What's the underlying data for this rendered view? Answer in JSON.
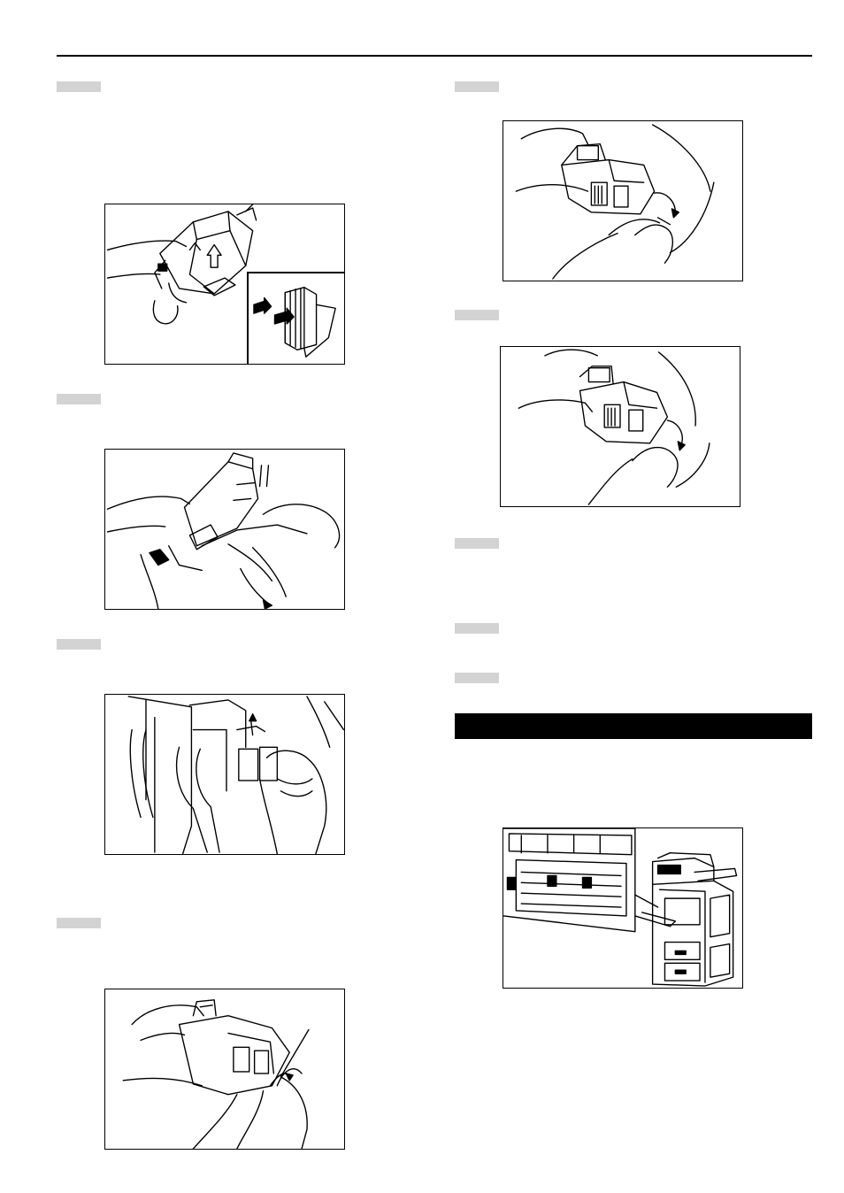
{
  "steps": [
    {
      "id": "step-left-1",
      "label": ""
    },
    {
      "id": "step-left-2",
      "label": ""
    },
    {
      "id": "step-left-3",
      "label": ""
    },
    {
      "id": "step-left-4",
      "label": ""
    },
    {
      "id": "step-right-1",
      "label": ""
    },
    {
      "id": "step-right-2",
      "label": ""
    },
    {
      "id": "step-right-3",
      "label": ""
    },
    {
      "id": "step-right-4",
      "label": ""
    },
    {
      "id": "step-right-5",
      "label": ""
    }
  ],
  "section": {
    "title": ""
  },
  "figures": [
    {
      "name": "figure-insert-staple-refill",
      "icon": "hand-cartridge-illustration"
    },
    {
      "name": "figure-close-cartridge-cover",
      "icon": "hand-cartridge-illustration"
    },
    {
      "name": "figure-remove-cartridge-from-finisher",
      "icon": "finisher-illustration"
    },
    {
      "name": "figure-open-cartridge-cover",
      "icon": "hand-cartridge-illustration"
    },
    {
      "name": "figure-release-cartridge-lever",
      "icon": "hand-cartridge-illustration"
    },
    {
      "name": "figure-press-cartridge-lever",
      "icon": "hand-cartridge-illustration"
    },
    {
      "name": "figure-copier-duplex-unit",
      "icon": "copier-illustration"
    }
  ]
}
